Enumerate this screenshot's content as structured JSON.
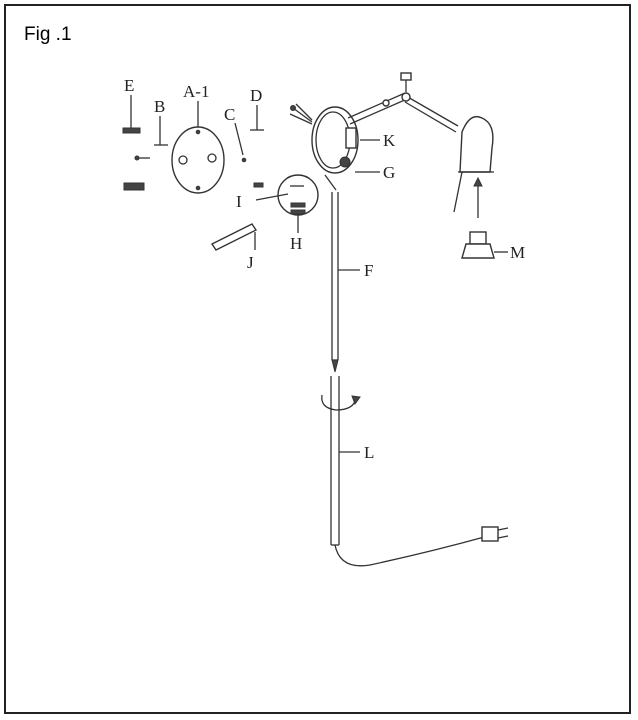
{
  "figure": {
    "title": "Fig .1"
  },
  "labels": {
    "E": "E",
    "B": "B",
    "A1": "A-1",
    "C": "C",
    "D": "D",
    "K": "K",
    "G": "G",
    "I": "I",
    "H": "H",
    "J": "J",
    "F": "F",
    "L": "L",
    "M": "M"
  }
}
